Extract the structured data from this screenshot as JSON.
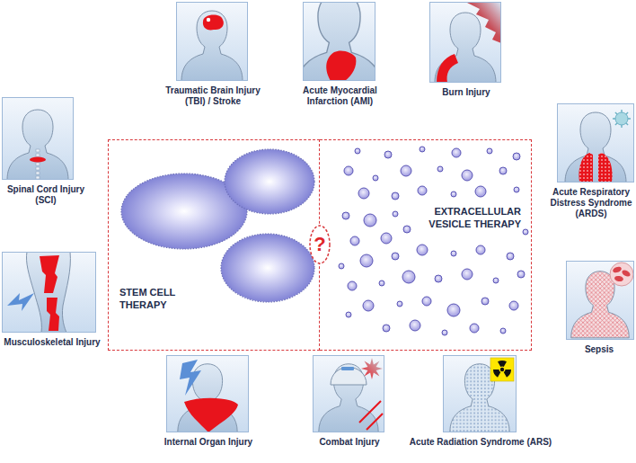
{
  "diagram": {
    "nodes": [
      {
        "text": [
          "Traumatic Brain Injury (TBI) / Stroke"
        ]
      },
      {
        "text": [
          "Acute Myocardial Infarction (AMI)"
        ]
      },
      {
        "text": [
          "Burn Injury"
        ]
      },
      {
        "text": [
          "Spinal Cord Injury (SCI)"
        ]
      },
      {
        "text": [
          "STEM CELL THERAPY"
        ]
      },
      {
        "text": [
          "?"
        ]
      },
      {
        "text": [
          "EXTRACELLULAR VESICLE THERAPY"
        ]
      },
      {
        "text": [
          "Acute Respiratory Distress Syndrome (ARDS)"
        ]
      },
      {
        "text": [
          "Musculoskeletal Injury"
        ]
      },
      {
        "text": [
          "Sepsis"
        ]
      },
      {
        "text": [
          "Internal Organ Injury"
        ]
      },
      {
        "text": [
          "Combat Injury"
        ]
      },
      {
        "text": [
          "Acute Radiation Syndrome (ARS)"
        ]
      }
    ]
  }
}
